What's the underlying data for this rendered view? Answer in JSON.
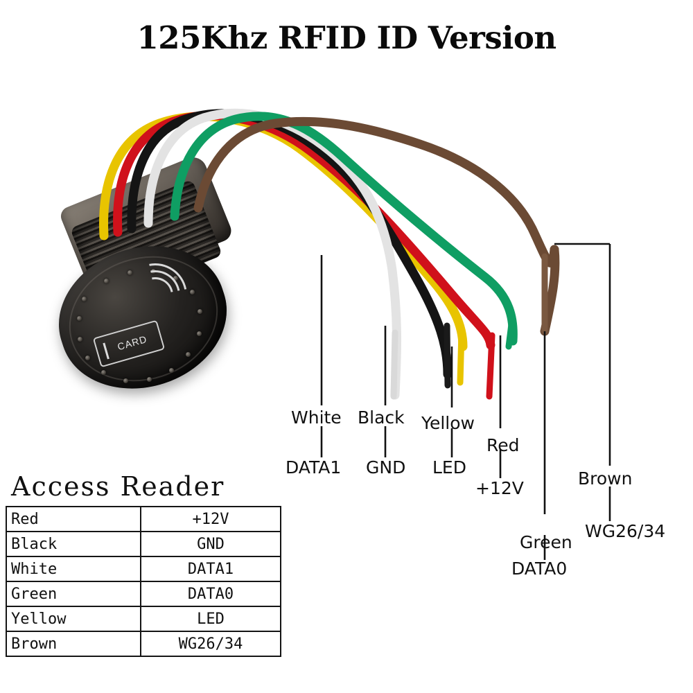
{
  "title": "125Khz RFID ID Version",
  "device": {
    "card_label": "CARD",
    "name": "rfid-reader-device"
  },
  "wire_labels": [
    {
      "color_label": "White",
      "function_label": "DATA1"
    },
    {
      "color_label": "Black",
      "function_label": "GND"
    },
    {
      "color_label": "Yellow",
      "function_label": "LED"
    },
    {
      "color_label": "Red",
      "function_label": "+12V"
    },
    {
      "color_label": "Green",
      "function_label": "DATA0"
    },
    {
      "color_label": "Brown",
      "function_label": "WG26/34"
    }
  ],
  "table": {
    "title": "Access Reader",
    "rows": [
      {
        "wire": "Red",
        "function": "+12V"
      },
      {
        "wire": "Black",
        "function": "GND"
      },
      {
        "wire": "White",
        "function": "DATA1"
      },
      {
        "wire": "Green",
        "function": "DATA0"
      },
      {
        "wire": "Yellow",
        "function": "LED"
      },
      {
        "wire": "Brown",
        "function": "WG26/34"
      }
    ]
  },
  "colors": {
    "red": "#d0111b",
    "black": "#141414",
    "white": "#f2f2f2",
    "green": "#0f9e63",
    "yellow": "#e8c400",
    "brown": "#6b4a34",
    "leader": "#111111"
  }
}
